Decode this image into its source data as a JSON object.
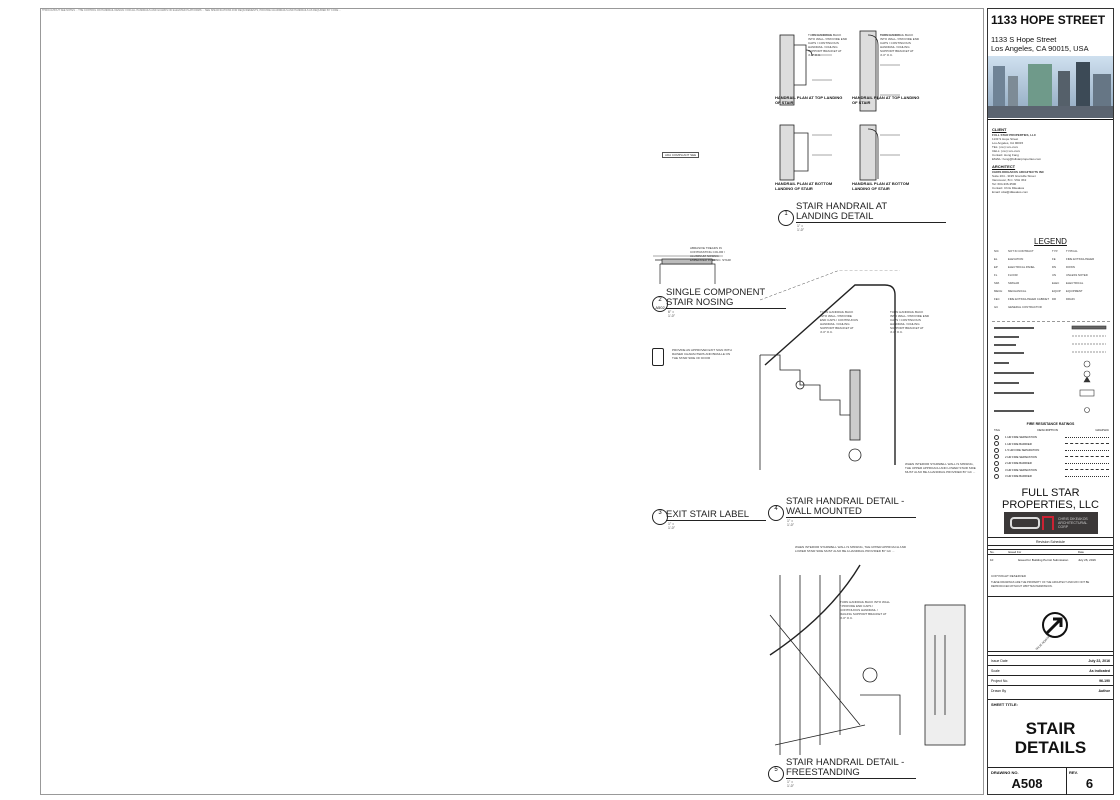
{
  "top_notes": "THROUGHOUT SEE NOTES ... THE CONTROL ON HANDRAIL DESIGN: FOR ALL HANDRAILS AND GUARDS ON ELEVATED PLATFORMS ... SEE SPECIFICATIONS FOR REQUIREMENTS, PROVIDE GUARDRAILS AND HANDRAILS AS REQUIRED BY CODE ...",
  "details": [
    {
      "number": "1",
      "title_line1": "STAIR HANDRAIL AT",
      "title_line2": "LANDING DETAIL",
      "scale": "1\" = 1'-0\"",
      "sheet": ""
    },
    {
      "number": "2",
      "title_line1": "SINGLE COMPONENT",
      "title_line2": "STAIR NOSING",
      "scale": "6\" = 1'-0\"",
      "sheet": "A502"
    },
    {
      "number": "3",
      "title_line1": "EXIT STAIR LABEL",
      "title_line2": "",
      "scale": "1\" = 1'-0\"",
      "sheet": ""
    },
    {
      "number": "4",
      "title_line1": "STAIR HANDRAIL DETAIL -",
      "title_line2": "WALL MOUNTED",
      "scale": "1\" = 1'-0\"",
      "sheet": ""
    },
    {
      "number": "5",
      "title_line1": "STAIR HANDRAIL DETAIL -",
      "title_line2": "FREESTANDING",
      "scale": "1\" = 1'-0\"",
      "sheet": ""
    }
  ],
  "plan_labels": [
    "HANDRAIL PLAN AT TOP LANDING OF STAIR",
    "HANDRAIL PLAN AT TOP LANDING OF STAIR",
    "HANDRAIL PLAN AT BOTTOM LANDING OF STAIR",
    "HANDRAIL PLAN AT BOTTOM LANDING OF STAIR"
  ],
  "notes": {
    "ada": "ADA COMPLIANT SEE",
    "nosing": "ABRASIVE TREADS IN CONTRASTING COLOR / ALUMINUM NOSING EMBEDDED IN CONC. STAIR",
    "exit": "PROVIDE AN APPROVED EXIT SIGN WITH RAISED CHARACTERS AND BRAILLE ON THE STAIR SIDE OF DOOR",
    "wall": "TURN HANDRAIL BACK INTO WALL / PROVIDE END CAPS / CONTINUOUS HANDRAIL / RAILING SUPPORT BRACKET AT 4'-0\" O.C.",
    "freestanding": "WHEN INTERIOR STAIRWELL WALL IS MISSING, THE UPPER APPROACH AND LOWER STAIR SIDE MUST ALSO BE A HANDRAIL PROVIDED BY GC ..."
  },
  "title_block": {
    "project_name": "1133 HOPE STREET",
    "address_line1": "1133 S Hope Street",
    "address_line2": "Los Angeles, CA 90015, USA",
    "client_heading": "CLIENT",
    "client_lines": [
      "FULL STAR PROPERTIES, LLC",
      "1133 S Hope Street",
      "Los Angeles, CA 90015",
      "TEL: (xxx) xxx-xxxx",
      "CELL: (xxx) xxx-xxxx",
      "Contact: Hong Fang",
      "EMAIL: hong@fullstarproperties.com"
    ],
    "architect_heading": "ARCHITECT",
    "architect_lines": [
      "CHRIS DIKEAKOS ARCHITECTS INC",
      "Suite 204 - 3195 Granville Street",
      "Vancouver, B.C. V6H 3K2",
      "Tel: 604-336-3500",
      "Contact: Chris Dikeakos",
      "Email: cdai@dikeakos.com"
    ],
    "legend_heading": "LEGEND",
    "legend": [
      [
        "NIC",
        "NOT IN CONTRACT"
      ],
      [
        "TYP.",
        "TYPICAL"
      ],
      [
        "EL",
        "ELEVATION"
      ],
      [
        "FE",
        "FIRE EXTINGUISHER"
      ],
      [
        "EP",
        "ELECTRICAL PANEL"
      ],
      [
        "DN",
        "DOWN"
      ],
      [
        "FL",
        "FLOOR"
      ],
      [
        "UN",
        "UNLESS NOTED"
      ],
      [
        "SIM.",
        "SIMILAR"
      ],
      [
        "ELEC",
        "ELECTRICAL"
      ],
      [
        "MECH",
        "MECHANICAL"
      ],
      [
        "EQUIP",
        "EQUIPMENT"
      ],
      [
        "FEC",
        "FIRE EXTINGUISHER CABINET"
      ],
      [
        "DR",
        "DRAIN"
      ],
      [
        "GC",
        "GENERAL CONTRACTOR"
      ]
    ],
    "fire_heading": "FIRE RESISTANCE RATINGS",
    "fire_cols": [
      "TAG",
      "DESCRIPTION",
      "GRAPHIC"
    ],
    "fire_rows": [
      "1 HR FIRE SEPARATION",
      "1 HR FIRE BARRIER",
      "1.5 HR FIRE SEPARATION",
      "2 HR FIRE SEPARATION",
      "2 HR FIRE BARRIER",
      "3 HR FIRE SEPARATION",
      "3 HR FIRE BARRIER"
    ],
    "owner_logo": "FULL STAR PROPERTIES, LLC",
    "architect_logo": "CHRIS DIKEAKOS ARCHITECTURAL CORP",
    "revision_heading": "Revision Schedule",
    "revision_cols": [
      "No.",
      "Issued For",
      "Date"
    ],
    "revisions": [
      {
        "no": "10",
        "desc": "Issued for Building Permit Submission",
        "date": "July 26, 2016"
      }
    ],
    "copyright_heading": "COPYRIGHT RESERVED",
    "copyright_text": "THESE DRAWINGS ARE THE PROPERTY OF THE ARCHITECT AND MAY NOT BE REPRODUCED WITHOUT WRITTEN PERMISSION.",
    "north_label": "TRUE NORTH",
    "fields": [
      [
        "Issue Date",
        "July 22, 2016"
      ],
      [
        "Scale",
        "As indicated"
      ],
      [
        "Project No.",
        "96-190"
      ],
      [
        "Drawn By",
        "Author"
      ]
    ],
    "sheet_title_label": "SHEET TITLE:",
    "sheet_title_line1": "STAIR",
    "sheet_title_line2": "DETAILS",
    "drawing_no_label": "DRAWING NO.",
    "drawing_no": "A508",
    "rev_label": "REV.",
    "rev": "6"
  }
}
